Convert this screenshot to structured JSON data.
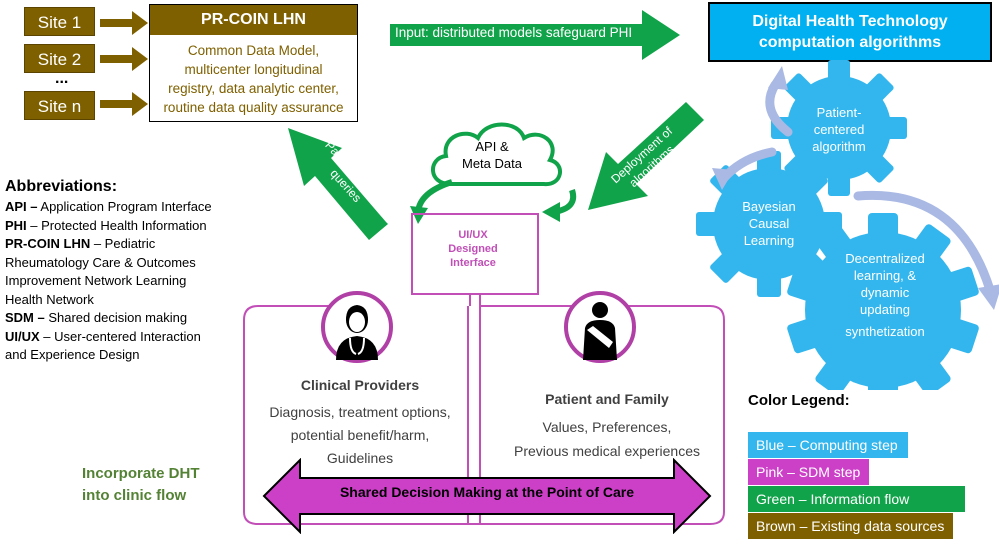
{
  "sites": {
    "items": [
      "Site 1",
      "Site 2",
      "Site n"
    ],
    "ellipsis": "..."
  },
  "prcoin": {
    "title": "PR-COIN LHN",
    "body": [
      "Common Data Model,",
      "multicenter longitudinal",
      "registry,  data analytic center,",
      "routine data quality assurance"
    ]
  },
  "input_arrow": {
    "label": "Input: distributed models safeguard PHI"
  },
  "dht": {
    "title_line1": "Digital Health Technology",
    "title_line2": "computation algorithms"
  },
  "gears": {
    "patient_centered": [
      "Patient-",
      "centered",
      "algorithm"
    ],
    "bayesian": [
      "Bayesian",
      "Causal",
      "Learning"
    ],
    "decentralized": [
      "Decentralized",
      "learning, &",
      "dynamic",
      "updating",
      "synthetization"
    ]
  },
  "api": {
    "line1": "API &",
    "line2": "Meta Data"
  },
  "queries_arrow": {
    "line1": "Patient-centered",
    "line2": "queries"
  },
  "deployment_arrow": {
    "line1": "Deployment of",
    "line2": "algorithms"
  },
  "uiux": {
    "line1": "UI/UX",
    "line2": "Designed",
    "line3": "Interface"
  },
  "abbreviations": {
    "title": "Abbreviations:",
    "lines": [
      {
        "b": "API –",
        "t": " Application Program Interface"
      },
      {
        "b": "PHI",
        "t": " – Protected Health Information"
      },
      {
        "b": "PR-COIN LHN",
        "t": " – Pediatric"
      },
      {
        "b": "",
        "t": "Rheumatology Care & Outcomes"
      },
      {
        "b": "",
        "t": "Improvement Network Learning"
      },
      {
        "b": "",
        "t": "Health Network"
      },
      {
        "b": "SDM –",
        "t": " Shared decision making"
      },
      {
        "b": "UI/UX",
        "t": " – User-centered Interaction"
      },
      {
        "b": "",
        "t": "and Experience Design"
      }
    ]
  },
  "clinical": {
    "title": "Clinical Providers",
    "lines": [
      "Diagnosis, treatment options,",
      "potential benefit/harm,",
      "Guidelines"
    ]
  },
  "patient": {
    "title": "Patient and Family",
    "lines": [
      "Values, Preferences,",
      "Previous medical experiences"
    ]
  },
  "incorporate": {
    "line1": "Incorporate DHT",
    "line2": "into clinic flow"
  },
  "sdm_arrow": {
    "label": "Shared Decision Making at the Point of Care"
  },
  "legend": {
    "title": "Color Legend:",
    "items": [
      {
        "label": "Blue – Computing step",
        "color": "#33b6ed"
      },
      {
        "label": "Pink – SDM step",
        "color": "#cc40c8"
      },
      {
        "label": "Green – Information flow",
        "color": "#11a34a"
      },
      {
        "label": "Brown – Existing data sources",
        "color": "#7f6000"
      }
    ]
  },
  "colors": {
    "brown": "#7f6000",
    "green": "#11a34a",
    "blue": "#33b6ed",
    "pink": "#cc40c8",
    "purple_outline": "#a64ca6"
  }
}
